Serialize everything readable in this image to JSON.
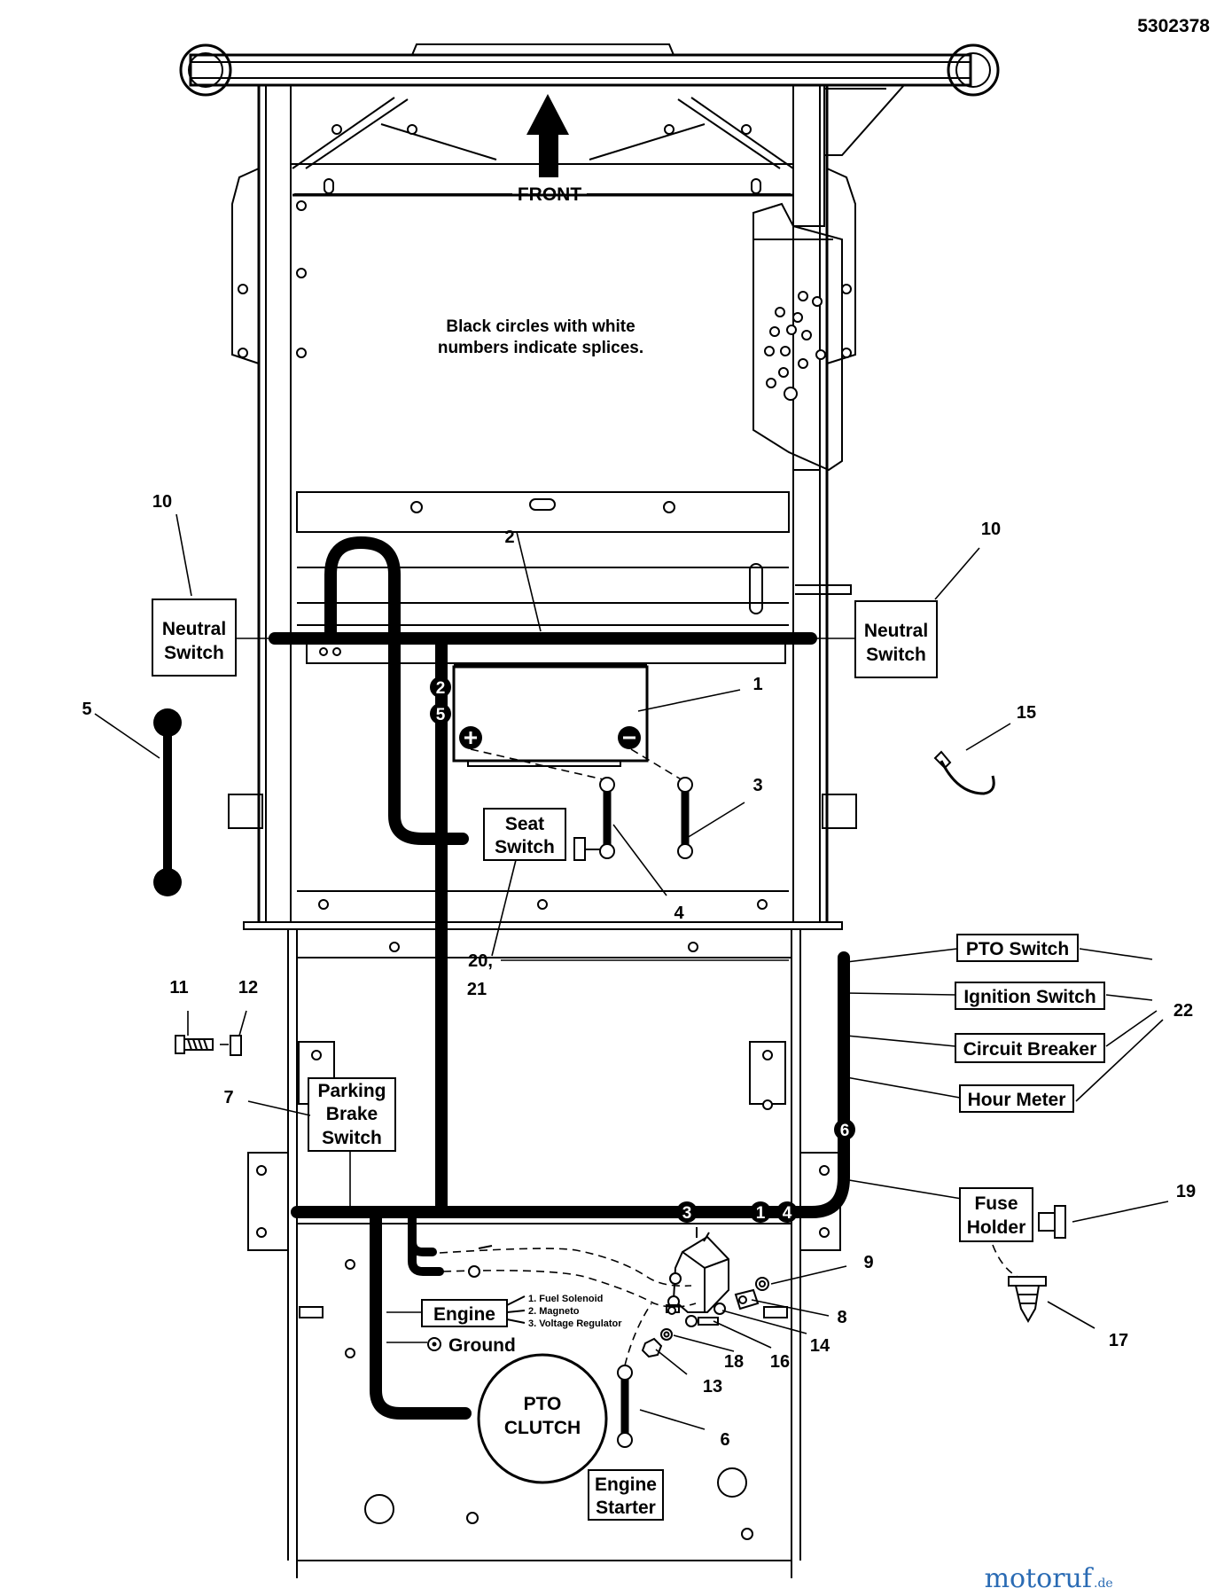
{
  "document": {
    "part_number": "5302378",
    "front_label": "FRONT",
    "splice_note_line1": "Black circles with white",
    "splice_note_line2": "numbers indicate splices."
  },
  "components": {
    "neutral_switch_left": [
      "Neutral",
      "Switch"
    ],
    "neutral_switch_right": [
      "Neutral",
      "Switch"
    ],
    "seat_switch": [
      "Seat",
      "Switch"
    ],
    "parking_brake_switch": [
      "Parking",
      "Brake",
      "Switch"
    ],
    "pto_switch": "PTO Switch",
    "ignition_switch": "Ignition Switch",
    "circuit_breaker": "Circuit Breaker",
    "hour_meter": "Hour Meter",
    "fuse_holder": [
      "Fuse",
      "Holder"
    ],
    "engine": "Engine",
    "engine_legend": [
      "1. Fuel Solenoid",
      "2. Magneto",
      "3. Voltage Regulator"
    ],
    "ground": "Ground",
    "pto_clutch": [
      "PTO",
      "CLUTCH"
    ],
    "engine_starter": [
      "Engine",
      "Starter"
    ]
  },
  "callouts": {
    "n1": "1",
    "n2": "2",
    "n3": "3",
    "n4": "4",
    "n5": "5",
    "n6": "6",
    "n7": "7",
    "n8": "8",
    "n9": "9",
    "n10a": "10",
    "n10b": "10",
    "n11": "11",
    "n12": "12",
    "n13": "13",
    "n14": "14",
    "n15": "15",
    "n16": "16",
    "n17": "17",
    "n18": "18",
    "n19": "19",
    "n20": "20,",
    "n21": "21",
    "n22": "22"
  },
  "splices": {
    "s2": "2",
    "s5": "5",
    "s6": "6",
    "s3": "3",
    "s1": "1",
    "s4": "4"
  },
  "watermark": {
    "brand": "motoruf",
    "tld": ".de"
  }
}
